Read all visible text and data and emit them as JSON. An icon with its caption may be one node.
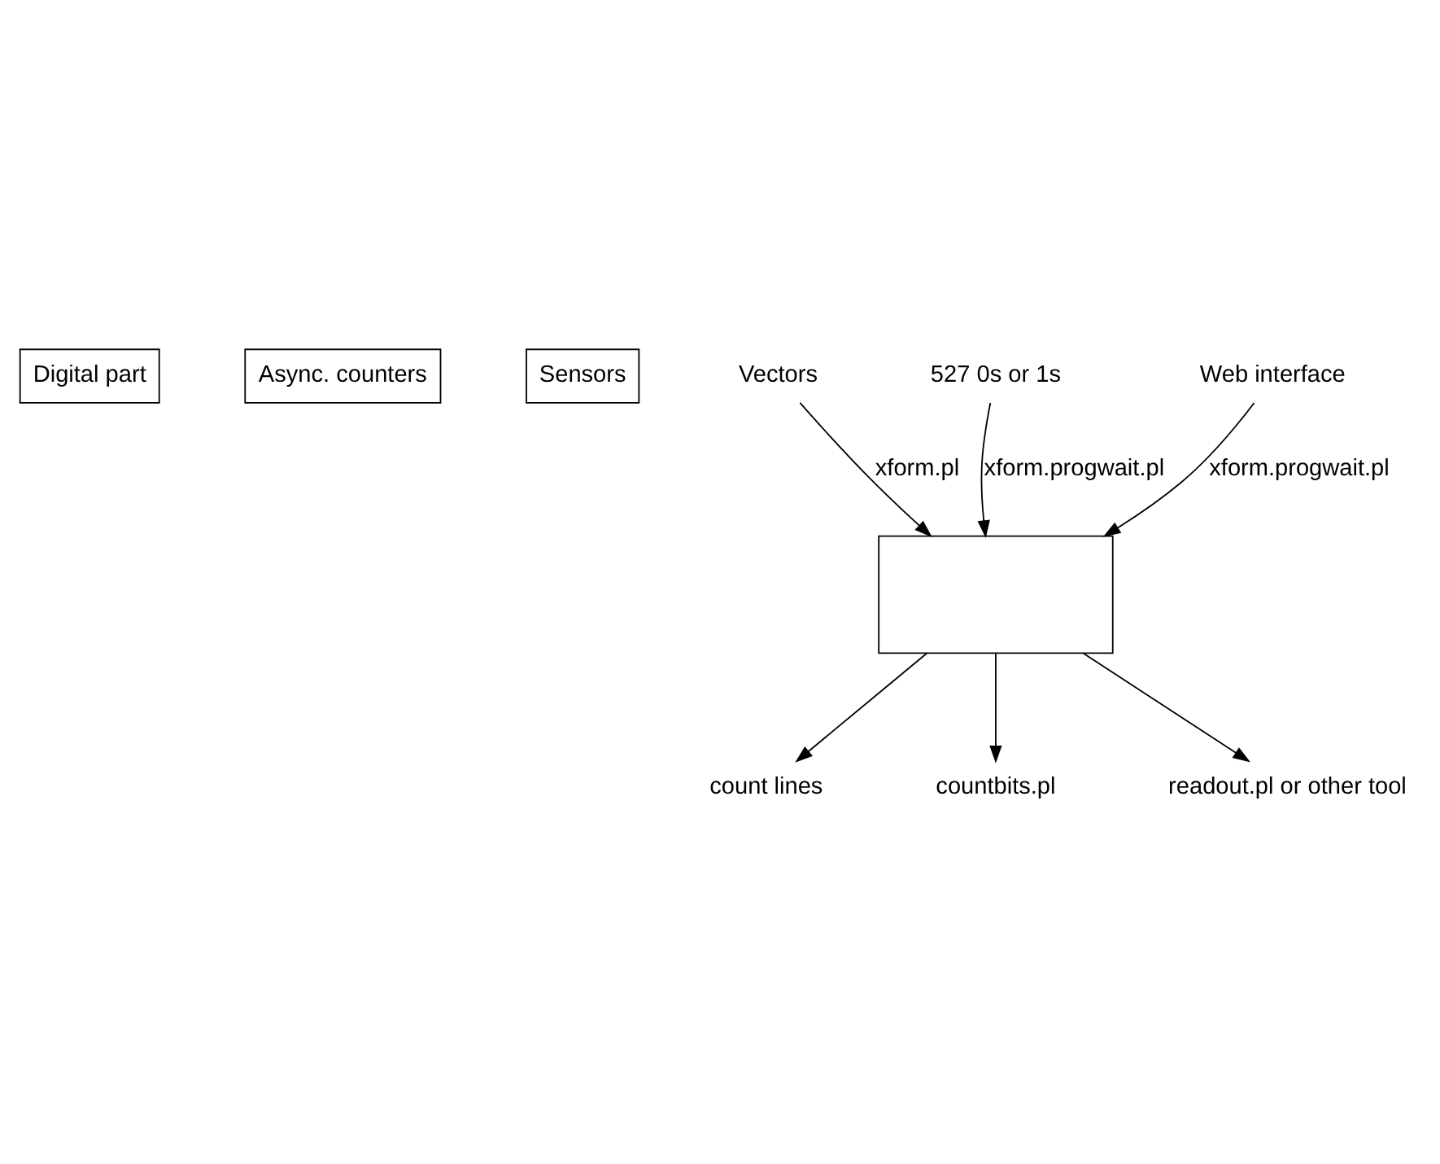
{
  "diagram": {
    "nodes": [
      {
        "text": [
          "Digital part"
        ]
      },
      {
        "text": [
          "Async. counters"
        ]
      },
      {
        "text": [
          "Sensors"
        ]
      },
      {
        "text": [
          "Vectors"
        ]
      },
      {
        "text": [
          "527 0s or 1s"
        ]
      },
      {
        "text": [
          "Web interface"
        ]
      },
      {
        "text": [],
        "shape": "box"
      },
      {
        "text": [
          "count lines"
        ]
      },
      {
        "text": [
          "countbits.pl"
        ]
      },
      {
        "text": [
          "readout.pl or other tool"
        ]
      }
    ],
    "edges": [
      {
        "from": 3,
        "to": 6,
        "arrow": "to",
        "label": "xform.pl"
      },
      {
        "from": 4,
        "to": 6,
        "arrow": "to",
        "label": "xform.progwait.pl"
      },
      {
        "from": 5,
        "to": 6,
        "arrow": "to",
        "label": "xform.progwait.pl"
      },
      {
        "from": 6,
        "to": 7,
        "arrow": "to"
      },
      {
        "from": 6,
        "to": 8,
        "arrow": "to"
      },
      {
        "from": 6,
        "to": 9,
        "arrow": "to"
      }
    ]
  }
}
